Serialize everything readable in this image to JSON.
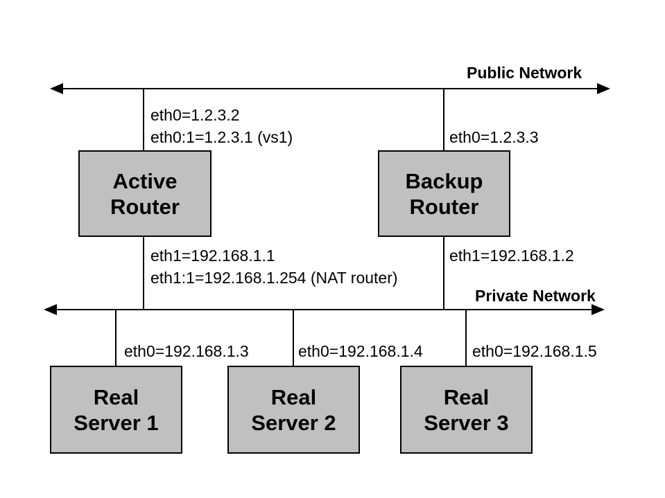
{
  "network_labels": {
    "public": "Public Network",
    "private": "Private Network"
  },
  "nodes": {
    "active_router": {
      "line1": "Active",
      "line2": "Router"
    },
    "backup_router": {
      "line1": "Backup",
      "line2": "Router"
    },
    "real_server_1": {
      "line1": "Real",
      "line2": "Server 1"
    },
    "real_server_2": {
      "line1": "Real",
      "line2": "Server 2"
    },
    "real_server_3": {
      "line1": "Real",
      "line2": "Server 3"
    }
  },
  "interface_labels": {
    "active_eth0": "eth0=1.2.3.2",
    "active_eth0_alias": "eth0:1=1.2.3.1 (vs1)",
    "backup_eth0": "eth0=1.2.3.3",
    "active_eth1": "eth1=192.168.1.1",
    "active_eth1_alias": "eth1:1=192.168.1.254 (NAT router)",
    "backup_eth1": "eth1=192.168.1.2",
    "server1_eth0": "eth0=192.168.1.3",
    "server2_eth0": "eth0=192.168.1.4",
    "server3_eth0": "eth0=192.168.1.5"
  },
  "colors": {
    "box_fill": "#c0c0c0",
    "box_border": "#000000",
    "line_color": "#000000",
    "text_color": "#000000",
    "background": "#ffffff"
  }
}
